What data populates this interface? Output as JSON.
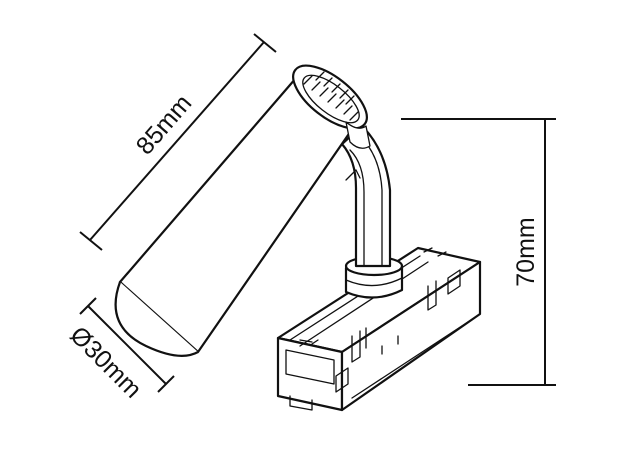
{
  "dimensions": {
    "length_label": "85mm",
    "height_label": "70mm",
    "diameter_label": "Ø30mm"
  }
}
